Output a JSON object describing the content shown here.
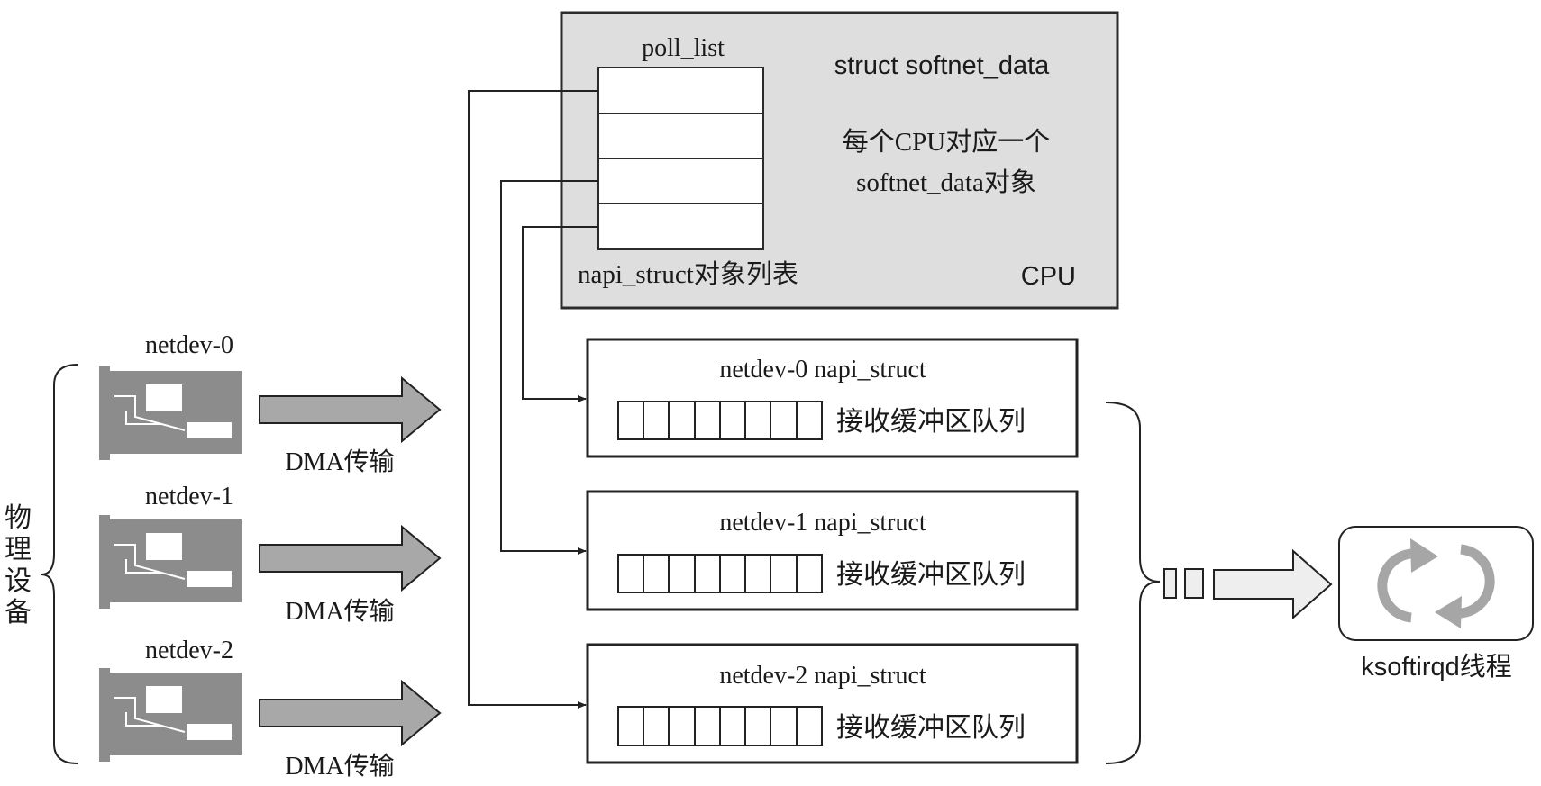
{
  "cpu_box": {
    "poll_list_label": "poll_list",
    "struct_label": "struct softnet_data",
    "desc_line1": "每个CPU对应一个",
    "desc_line2": "softnet_data对象",
    "napi_list_label": "napi_struct对象列表",
    "cpu_label": "CPU",
    "fill_color": "#dedede"
  },
  "devices": [
    {
      "label": "netdev-0",
      "transfer_label": "DMA传输"
    },
    {
      "label": "netdev-1",
      "transfer_label": "DMA传输"
    },
    {
      "label": "netdev-2",
      "transfer_label": "DMA传输"
    }
  ],
  "group_label": "物理设备",
  "napi_boxes": [
    {
      "title": "netdev-0 napi_struct",
      "queue_label": "接收缓冲区队列"
    },
    {
      "title": "netdev-1 napi_struct",
      "queue_label": "接收缓冲区队列"
    },
    {
      "title": "netdev-2 napi_struct",
      "queue_label": "接收缓冲区队列"
    }
  ],
  "ksoftirqd": {
    "label": "ksoftirqd线程",
    "icon": "refresh-icon"
  },
  "colors": {
    "card": "#8c8c8c",
    "arrow": "#a8a8a8",
    "light_arrow": "#eeeeee"
  }
}
